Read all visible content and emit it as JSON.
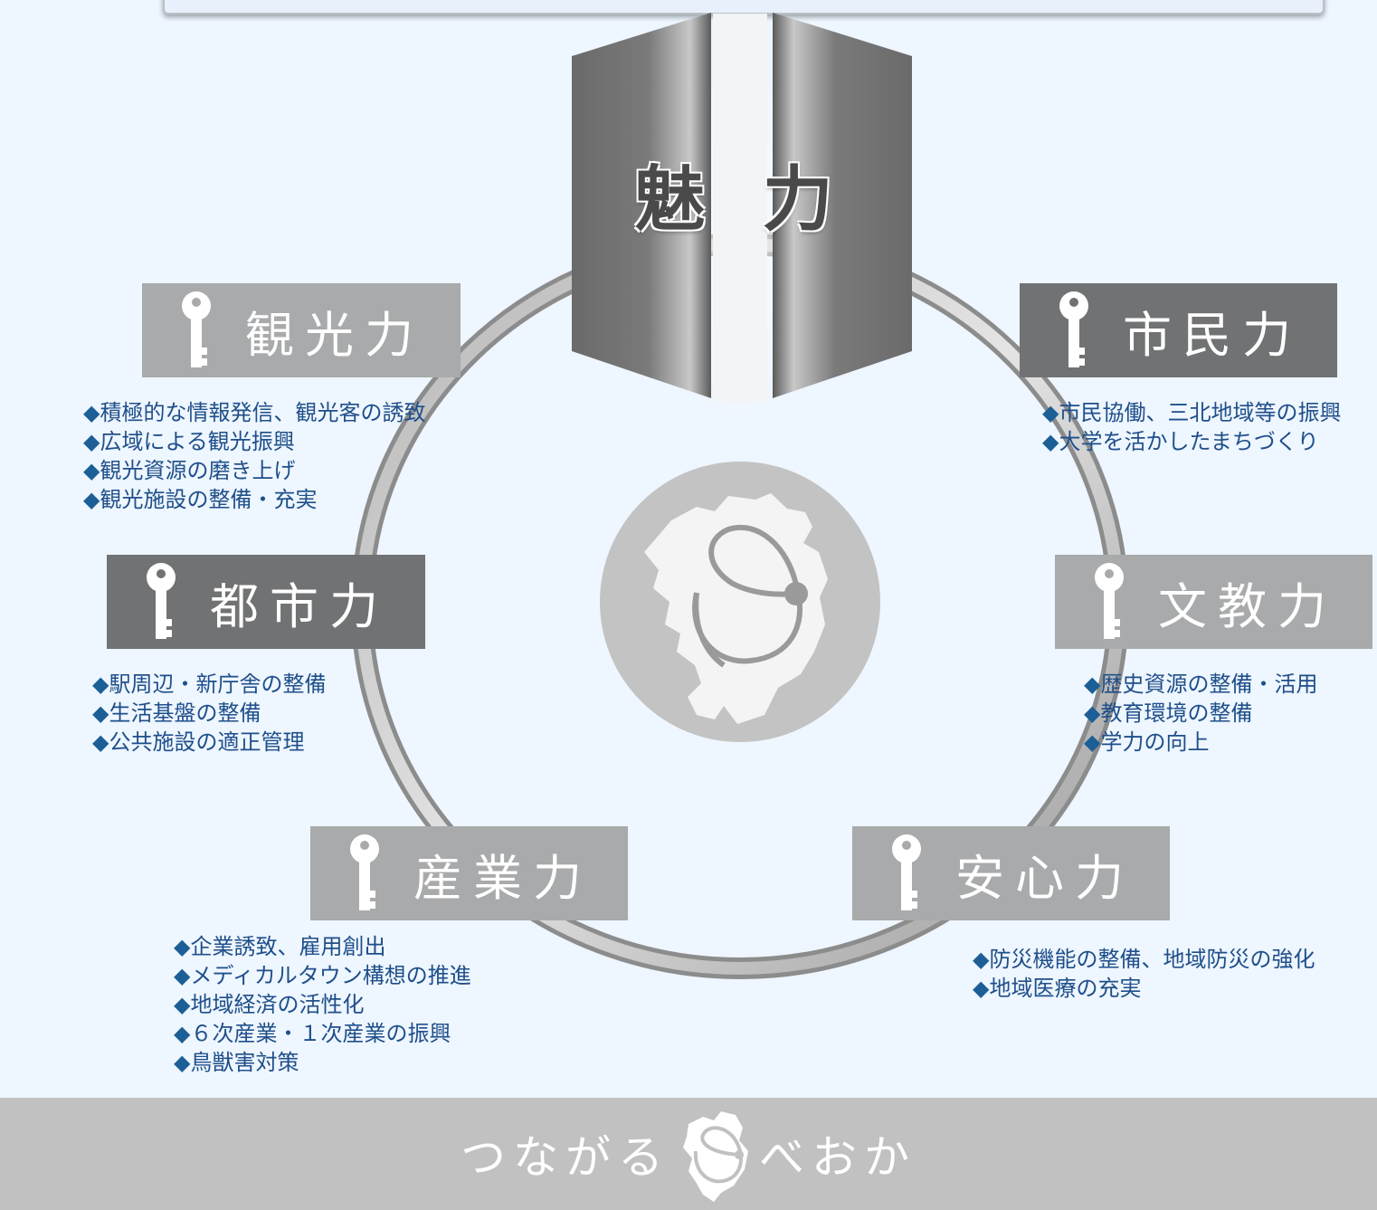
{
  "center": {
    "title": "魅 力"
  },
  "pillars": [
    {
      "id": "kanko",
      "label": "観光力",
      "items": [
        "積極的な情報発信、観光客の誘致",
        "広域による観光振興",
        "観光資源の磨き上げ",
        "観光施設の整備・充実"
      ]
    },
    {
      "id": "shimin",
      "label": "市民力",
      "items": [
        "市民協働、三北地域等の振興",
        "大学を活かしたまちづくり"
      ]
    },
    {
      "id": "toshi",
      "label": "都市力",
      "items": [
        "駅周辺・新庁舎の整備",
        "生活基盤の整備",
        "公共施設の適正管理"
      ]
    },
    {
      "id": "bunkyo",
      "label": "文教力",
      "items": [
        "歴史資源の整備・活用",
        "教育環境の整備",
        "学力の向上"
      ]
    },
    {
      "id": "sangyo",
      "label": "産業力",
      "items": [
        "企業誘致、雇用創出",
        "メディカルタウン構想の推進",
        "地域経済の活性化",
        "６次産業・１次産業の振興",
        "鳥獣害対策"
      ]
    },
    {
      "id": "anshin",
      "label": "安心力",
      "items": [
        "防災機能の整備、地域防災の強化",
        "地域医療の充実"
      ]
    }
  ],
  "footer": {
    "before": "つながる",
    "after": "べおか"
  },
  "colors": {
    "ring": "#9a9a9a",
    "key_light": "#a8aaab",
    "key_dark": "#707273",
    "text_blue": "#1f4f8a",
    "footer_bg": "#c0c1c0"
  },
  "icons": {
    "key": "key-icon",
    "map": "kyushu-map-icon",
    "logo": "nobeoka-logo-icon"
  }
}
